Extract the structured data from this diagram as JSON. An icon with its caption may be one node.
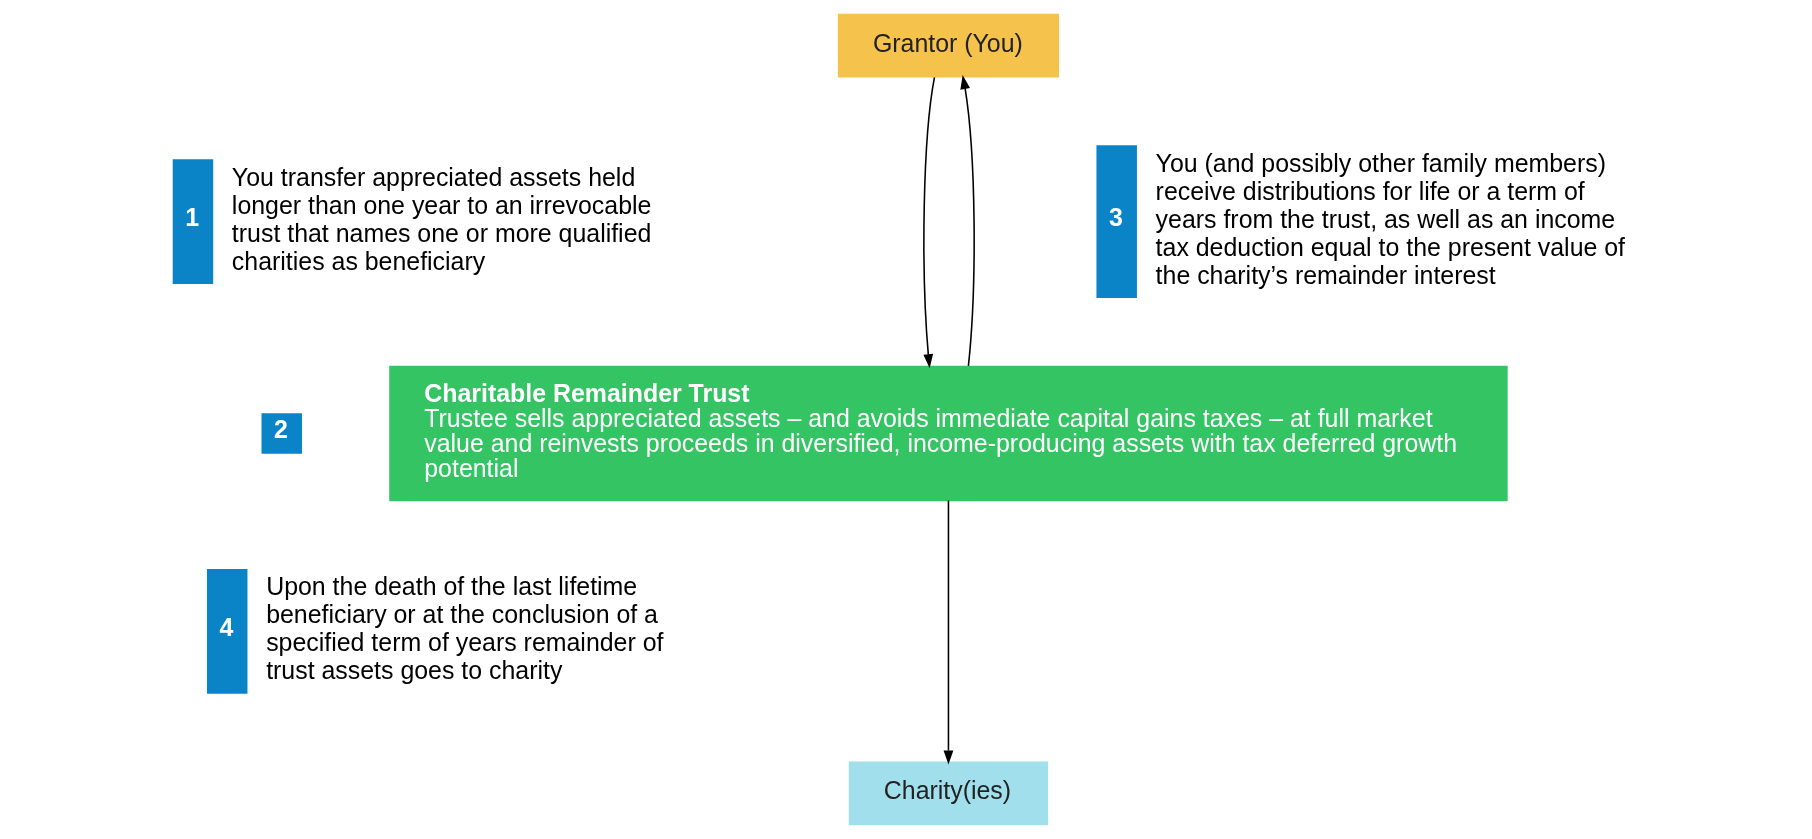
{
  "diagram": {
    "nodes": [
      {
        "text": [
          "Grantor (You)"
        ]
      },
      {
        "text": [
          "1"
        ],
        "beside": [
          "You transfer appreciated assets held longer than one year to an irrevocable trust that names one or more qualified charities as beneficiary"
        ]
      },
      {
        "text": [
          "3"
        ],
        "beside": [
          "You (and possibly other family members) receive distributions for life or a term of years from the trust, as well as an income tax deduction equal to the present value of the charity’s remainder interest"
        ]
      },
      {
        "text": [
          "2"
        ]
      },
      {
        "text": [
          "Charitable Remainder Trust",
          "Trustee sells appreciated assets – and avoids immediate capital gains taxes – at full market value and reinvests proceeds in diversified, income-producing assets with tax deferred growth potential"
        ]
      },
      {
        "text": [
          "4"
        ],
        "beside": [
          "Upon the death of the last lifetime beneficiary or at the conclusion of a specified term of years remainder of trust assets goes to charity"
        ]
      },
      {
        "text": [
          "Charity(ies)"
        ]
      }
    ],
    "edges": [
      {
        "from": 0,
        "to": 4,
        "arrow": "to"
      },
      {
        "from": 4,
        "to": 0,
        "arrow": "to"
      },
      {
        "from": 4,
        "to": 6,
        "arrow": "to"
      }
    ]
  }
}
